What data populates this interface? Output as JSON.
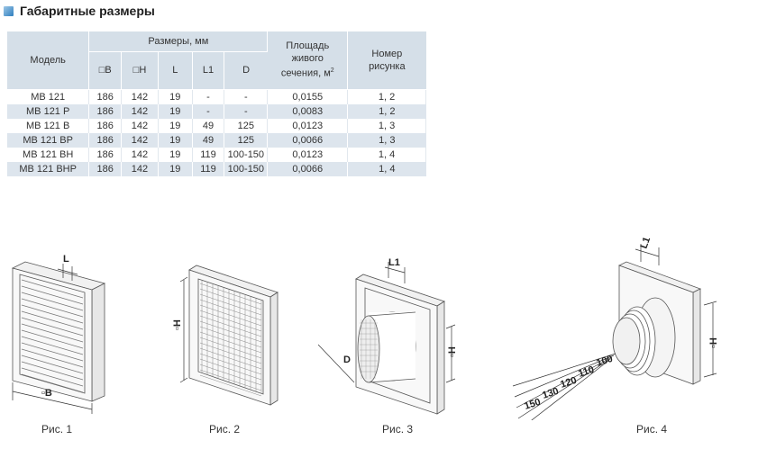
{
  "header": {
    "title": "Габаритные размеры"
  },
  "table": {
    "h_model": "Модель",
    "h_sizes": "Размеры, мм",
    "h_area_l1": "Площадь",
    "h_area_l2": "живого",
    "h_area_l3": "сечения, м",
    "h_area_sup": "2",
    "h_fig_l1": "Номер",
    "h_fig_l2": "рисунка",
    "sub": [
      "□B",
      "□H",
      "L",
      "L1",
      "D"
    ],
    "rows": [
      [
        "МВ 121",
        "186",
        "142",
        "19",
        "-",
        "-",
        "0,0155",
        "1, 2"
      ],
      [
        "МВ 121 Р",
        "186",
        "142",
        "19",
        "-",
        "-",
        "0,0083",
        "1, 2"
      ],
      [
        "МВ 121 В",
        "186",
        "142",
        "19",
        "49",
        "125",
        "0,0123",
        "1, 3"
      ],
      [
        "МВ 121 ВР",
        "186",
        "142",
        "19",
        "49",
        "125",
        "0,0066",
        "1, 3"
      ],
      [
        "МВ 121 ВН",
        "186",
        "142",
        "19",
        "119",
        "100-150",
        "0,0123",
        "1, 4"
      ],
      [
        "МВ 121 ВНР",
        "186",
        "142",
        "19",
        "119",
        "100-150",
        "0,0066",
        "1, 4"
      ]
    ]
  },
  "figures": {
    "captions": [
      "Рис. 1",
      "Рис. 2",
      "Рис. 3",
      "Рис. 4"
    ],
    "fig1": {
      "label_l": "L",
      "label_b": "▫B"
    },
    "fig2": {
      "label_h": "▫H"
    },
    "fig3": {
      "label_l1": "L1",
      "label_d": "D",
      "label_h": "▫H"
    },
    "fig4": {
      "label_l1": "L1",
      "label_h": "▫H",
      "steps": [
        "100",
        "110",
        "120",
        "130",
        "150"
      ]
    }
  },
  "colors": {
    "accent": "#2f7fbf",
    "header_bg": "#d5dfe8",
    "row_alt": "#dde5ed"
  }
}
